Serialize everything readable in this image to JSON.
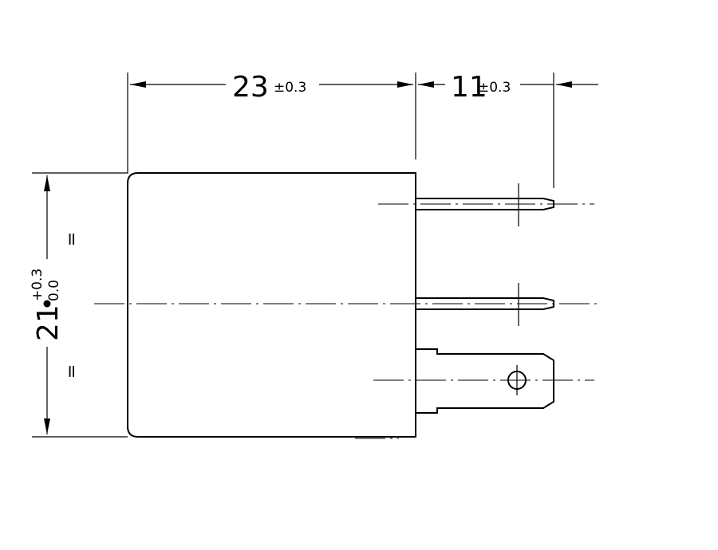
{
  "dimensions": {
    "length": {
      "value": "23",
      "tolerance": "±0.3"
    },
    "pin_length": {
      "value": "11",
      "tolerance": "±0.3"
    },
    "height": {
      "value": "21",
      "tol_upper": "+0.3",
      "tol_lower": "0.0"
    }
  },
  "symmetry_marks": {
    "upper": "=",
    "lower": "="
  },
  "colors": {
    "line": "#000000",
    "background": "#ffffff"
  }
}
